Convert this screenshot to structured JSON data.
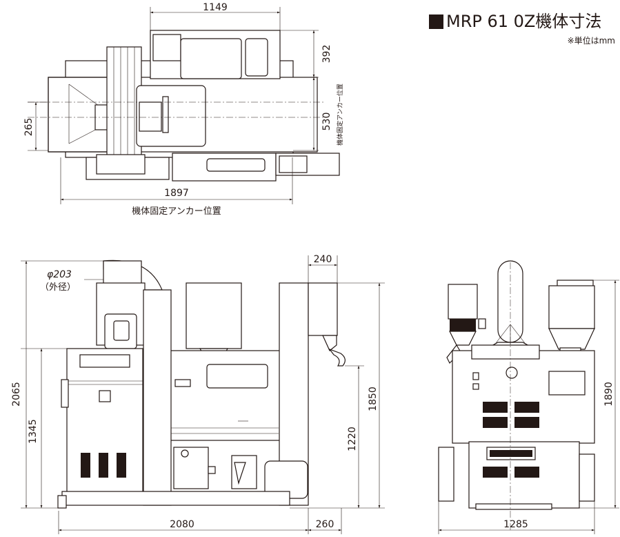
{
  "title": "MRP 61 0Z機体寸法",
  "unit_note": "※単位はmm",
  "top_view": {
    "dim_width_top": "1149",
    "dim_right_upper": "392",
    "dim_right_middle": "530",
    "anchor_label_vertical": "機体固定アンカー位置",
    "dim_left": "265",
    "dim_bottom": "1897",
    "anchor_label_bottom": "機体固定アンカー位置"
  },
  "front_view": {
    "pipe_diameter": "φ203",
    "pipe_note": "（外径）",
    "dim_top_right": "240",
    "dim_total_height": "2065",
    "dim_body_height": "1345",
    "dim_right_height": "1850",
    "dim_outlet_height": "1220",
    "dim_total_width": "2080",
    "dim_extension": "260"
  },
  "side_view": {
    "dim_height": "1890",
    "dim_width": "1285"
  }
}
